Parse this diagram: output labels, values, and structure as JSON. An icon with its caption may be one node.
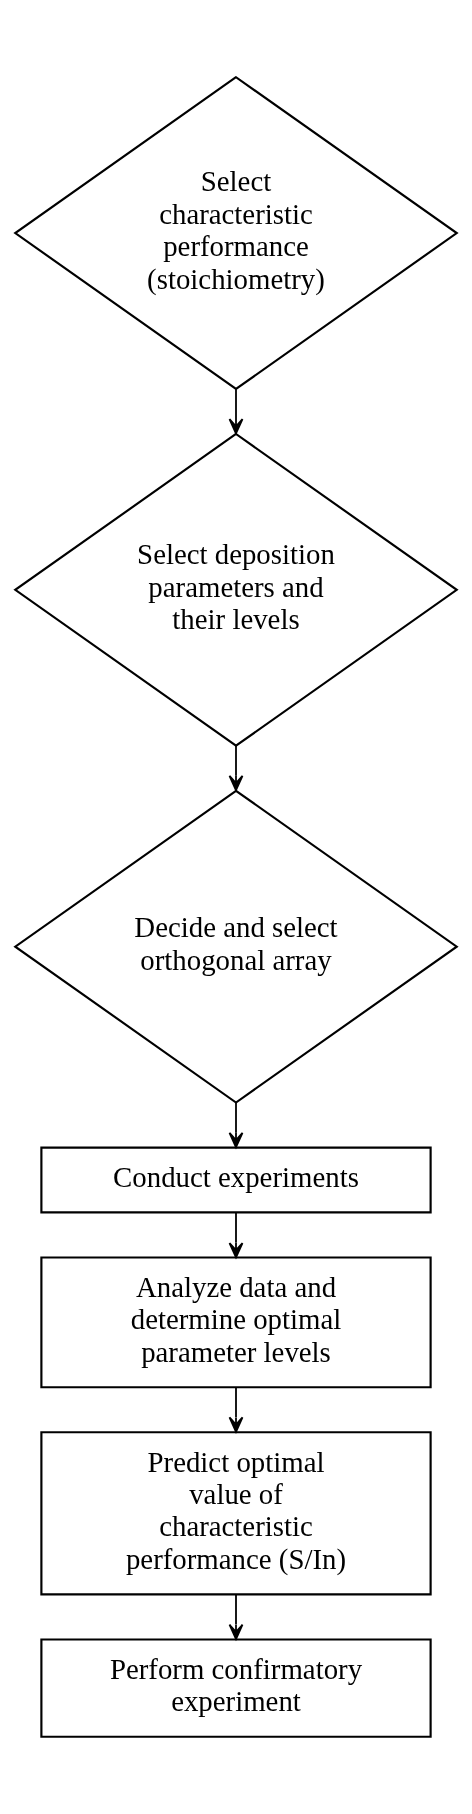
{
  "diagram": {
    "nodes": [
      {
        "text": [
          "Select characteristic performance (stoichiometry)"
        ]
      },
      {
        "text": [
          "Select deposition parameters and their levels"
        ]
      },
      {
        "text": [
          "Decide and select orthogonal array"
        ]
      },
      {
        "text": [
          "Conduct experiments"
        ]
      },
      {
        "text": [
          "Analyze data and determine optimal parameter levels"
        ]
      },
      {
        "text": [
          "Predict optimal value of characteristic performance (S/In)"
        ]
      },
      {
        "text": [
          "Perform confirmatory experiment"
        ]
      }
    ],
    "edges": [
      {
        "from": 0,
        "to": 1,
        "arrow": "to"
      },
      {
        "from": 1,
        "to": 2,
        "arrow": "to"
      },
      {
        "from": 2,
        "to": 3,
        "arrow": "to"
      },
      {
        "from": 3,
        "to": 4,
        "arrow": "to"
      },
      {
        "from": 4,
        "to": 5,
        "arrow": "to"
      },
      {
        "from": 5,
        "to": 6,
        "arrow": "to"
      }
    ]
  }
}
